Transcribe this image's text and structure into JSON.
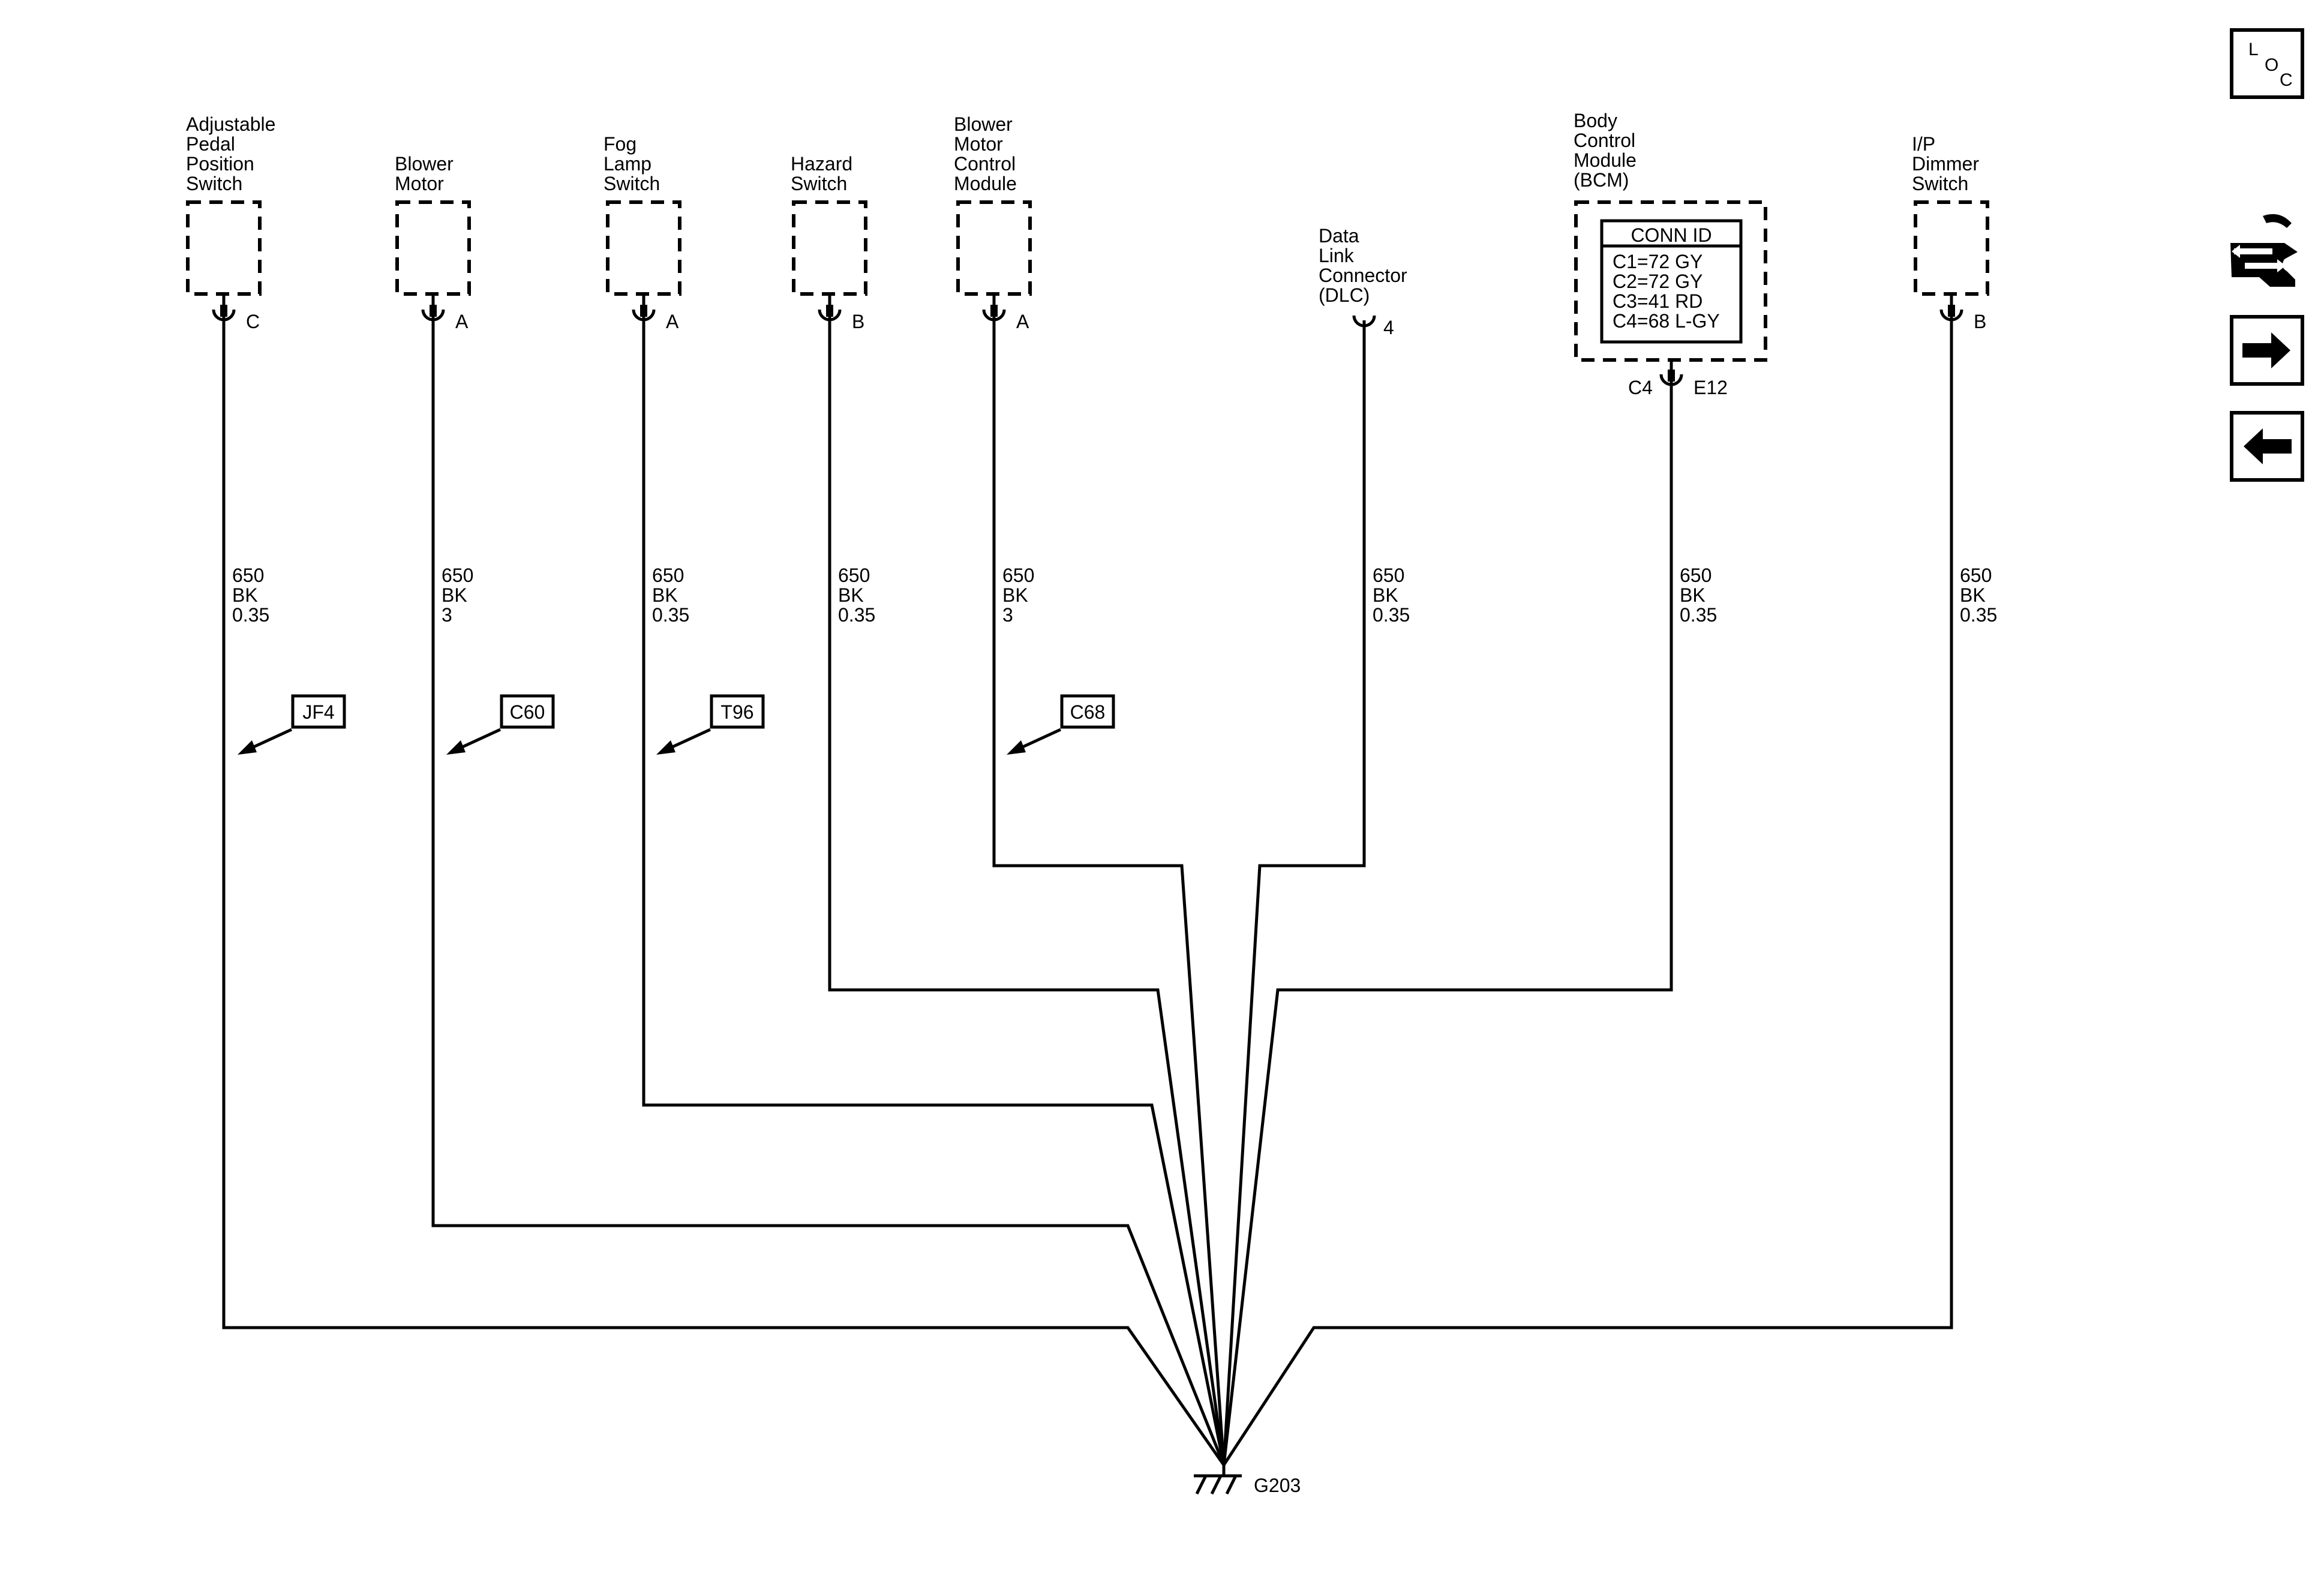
{
  "components": [
    {
      "id": "adjustable-pedal-position-switch",
      "name_lines": [
        "Adjustable",
        "Pedal",
        "Position",
        "Switch"
      ],
      "pin": "C",
      "wire": {
        "circuit": "650",
        "color": "BK",
        "size": "0.35"
      },
      "reference": "JF4"
    },
    {
      "id": "blower-motor",
      "name_lines": [
        "Blower",
        "Motor"
      ],
      "pin": "A",
      "wire": {
        "circuit": "650",
        "color": "BK",
        "size": "3"
      },
      "reference": "C60"
    },
    {
      "id": "fog-lamp-switch",
      "name_lines": [
        "Fog",
        "Lamp",
        "Switch"
      ],
      "pin": "A",
      "wire": {
        "circuit": "650",
        "color": "BK",
        "size": "0.35"
      },
      "reference": "T96"
    },
    {
      "id": "hazard-switch",
      "name_lines": [
        "Hazard",
        "Switch"
      ],
      "pin": "B",
      "wire": {
        "circuit": "650",
        "color": "BK",
        "size": "0.35"
      },
      "reference": ""
    },
    {
      "id": "blower-motor-control-module",
      "name_lines": [
        "Blower",
        "Motor",
        "Control",
        "Module"
      ],
      "pin": "A",
      "wire": {
        "circuit": "650",
        "color": "BK",
        "size": "3"
      },
      "reference": "C68"
    },
    {
      "id": "data-link-connector",
      "name_lines": [
        "Data",
        "Link",
        "Connector",
        "(DLC)"
      ],
      "pin": "4",
      "wire": {
        "circuit": "650",
        "color": "BK",
        "size": "0.35"
      },
      "reference": ""
    },
    {
      "id": "body-control-module",
      "name_lines": [
        "Body",
        "Control",
        "Module",
        "(BCM)"
      ],
      "pin": "E12",
      "connector": "C4",
      "wire": {
        "circuit": "650",
        "color": "BK",
        "size": "0.35"
      },
      "reference": ""
    },
    {
      "id": "ip-dimmer-switch",
      "name_lines": [
        "I/P",
        "Dimmer",
        "Switch"
      ],
      "pin": "B",
      "wire": {
        "circuit": "650",
        "color": "BK",
        "size": "0.35"
      },
      "reference": ""
    }
  ],
  "conn_id": {
    "title": "CONN ID",
    "rows": [
      "C1=72 GY",
      "C2=72 GY",
      "C3=41 RD",
      "C4=68 L-GY"
    ]
  },
  "ground": {
    "label": "G203"
  },
  "toolbar": {
    "loc_letters": [
      "L",
      "O",
      "C"
    ],
    "icons": [
      "connector-swap-icon",
      "right-arrow-icon",
      "left-arrow-icon"
    ]
  }
}
